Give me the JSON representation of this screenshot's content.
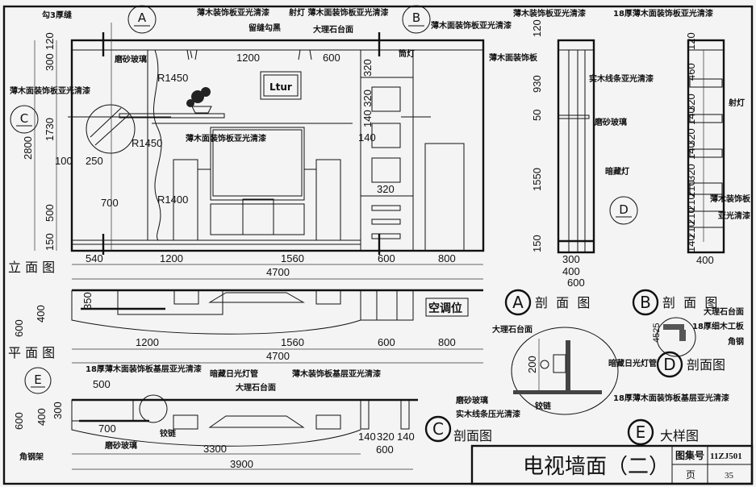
{
  "title_block": {
    "drawing_title": "电视墙面（二）",
    "atlas_label": "图集号",
    "atlas_number": "11ZJ501",
    "page_label": "页",
    "page_number": "35"
  },
  "elevation": {
    "view_title": "立 面 图",
    "callouts": [
      "勾3厚缝",
      "薄木装饰板亚光清漆",
      "射灯 薄木面装饰板亚光清漆",
      "留缝勾黑",
      "大理石台面",
      "薄木面装饰板亚光清漆",
      "磨砂玻璃",
      "薄木面装饰板亚光清漆",
      "筒灯",
      "薄木面装饰板亚光清漆"
    ],
    "markers": [
      "A",
      "B",
      "C"
    ],
    "painting_text": "Ltur",
    "dims_vertical": [
      "120",
      "300",
      "1730",
      "2800",
      "500",
      "150"
    ],
    "dims_inner": [
      "1200",
      "600",
      "R1450",
      "R1450",
      "100",
      "250",
      "700",
      "R1400",
      "320",
      "140 320",
      "140",
      "320"
    ],
    "dims_bottom": [
      "540",
      "1200",
      "1560",
      "600",
      "800"
    ],
    "dims_total": "4700"
  },
  "plan": {
    "view_title": "平 面 图",
    "ac_label": "空调位",
    "dims_vertical": [
      "600",
      "400",
      "350"
    ],
    "dims_bottom": [
      "1200",
      "1560",
      "600",
      "800"
    ],
    "dims_total": "4700"
  },
  "section_c": {
    "marker": "E",
    "callouts": [
      "18厚薄木面装饰板基层亚光清漆",
      "暗藏日光灯管",
      "大理石台面",
      "薄木装饰板基层亚光清漆",
      "铰链",
      "磨砂玻璃",
      "角钢架"
    ],
    "dims": [
      "500",
      "600",
      "400",
      "300",
      "700",
      "3300",
      "3900",
      "140",
      "320",
      "140",
      "600"
    ],
    "title_letter": "C",
    "title": "剖面图"
  },
  "section_a": {
    "callouts": [
      "薄木装饰板亚光清漆",
      "薄木面装饰板",
      "实木线条亚光清漆",
      "磨砂玻璃",
      "暗藏灯"
    ],
    "dims": [
      "120",
      "930",
      "50",
      "1550",
      "150",
      "300",
      "400",
      "600"
    ],
    "marker": "D",
    "title_letter": "A",
    "title": "剖  面  图"
  },
  "section_b": {
    "callouts": [
      "18厚薄木面装饰板亚光清漆",
      "射灯",
      "薄木装饰板",
      "亚光清漆"
    ],
    "dims": [
      "120",
      "460",
      "320",
      "140",
      "320",
      "140",
      "320",
      "210",
      "210",
      "210",
      "210",
      "140",
      "400"
    ],
    "title_letter": "B",
    "title": "剖  面  图"
  },
  "detail_d": {
    "callouts": [
      "大理石台面",
      "18厚细木工板",
      "角钢"
    ],
    "dims": [
      "4525"
    ],
    "title_letter": "D",
    "title": "剖面图"
  },
  "detail_e": {
    "callouts": [
      "大理石台面",
      "暗藏日光灯管",
      "18厚薄木面装饰板基层亚光清漆",
      "磨砂玻璃",
      "实木线条压光清漆",
      "铰链"
    ],
    "dims": [
      "200"
    ],
    "title_letter": "E",
    "title": "大样图"
  }
}
